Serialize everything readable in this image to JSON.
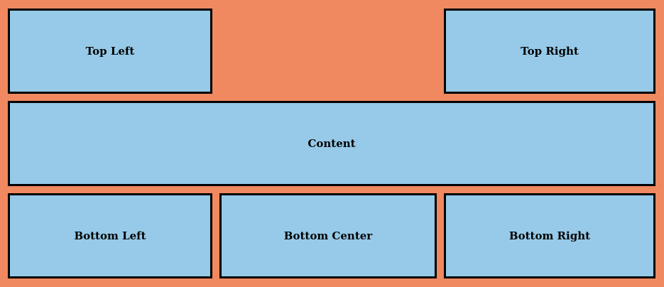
{
  "colors": {
    "background": "#f0895f",
    "box_fill": "#96cae8",
    "box_border": "#000000"
  },
  "boxes": {
    "top_left": "Top Left",
    "top_right": "Top Right",
    "content": "Content",
    "bottom_left": "Bottom Left",
    "bottom_center": "Bottom Center",
    "bottom_right": "Bottom Right"
  }
}
